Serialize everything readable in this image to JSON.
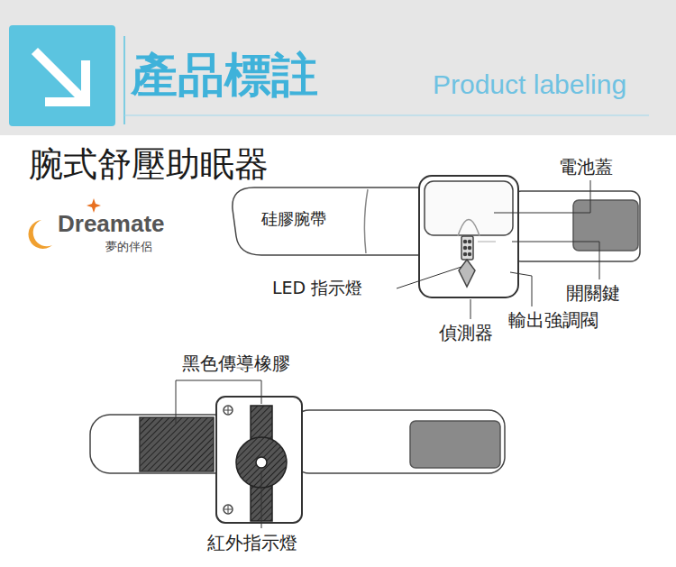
{
  "diagram": {
    "title": "產品標註",
    "labels": [
      "Product labeling",
      "腕式舒壓助眠器",
      "Dreamate",
      "夢的伴侶",
      "電池蓋",
      "硅膠腕帶",
      "LED 指示燈",
      "開關鍵",
      "偵測器",
      "輸出強調閥",
      "黑色傳導橡膠",
      "紅外指示燈"
    ]
  }
}
